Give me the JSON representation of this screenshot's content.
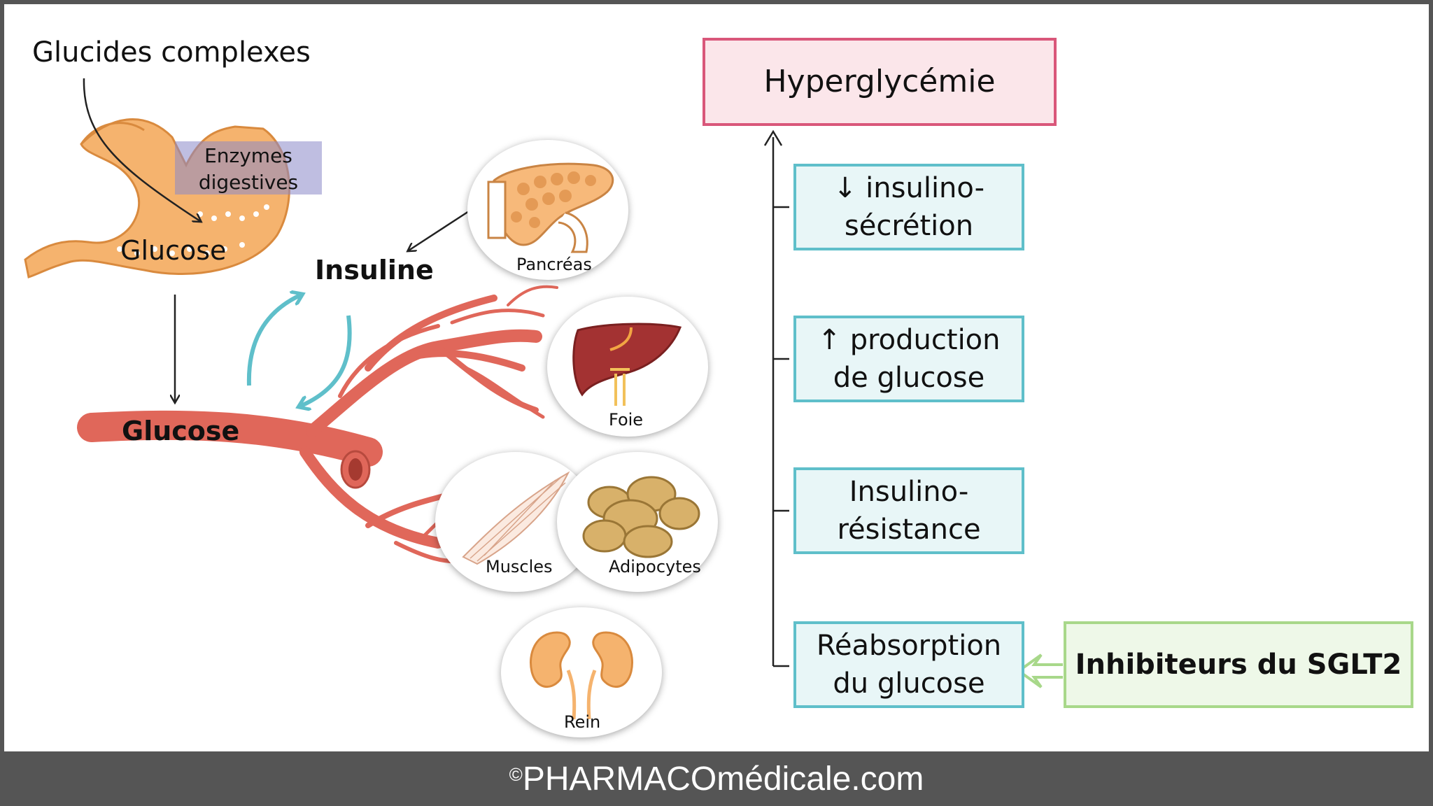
{
  "left": {
    "carbs_label": "Glucides complexes",
    "enzymes_label_line1": "Enzymes",
    "enzymes_label_line2": "digestives",
    "stomach_glucose": "Glucose",
    "blood_glucose": "Glucose",
    "insulin": "Insuline",
    "organs": {
      "pancreas": "Pancréas",
      "liver": "Foie",
      "muscles": "Muscles",
      "adipocytes": "Adipocytes",
      "kidney": "Rein"
    }
  },
  "right": {
    "hyperglycemia": "Hyperglycémie",
    "factors": [
      {
        "line1": "↓ insulino-",
        "line2": "sécrétion"
      },
      {
        "line1": "↑ production",
        "line2": "de glucose"
      },
      {
        "line1": "Insulino-",
        "line2": "résistance"
      },
      {
        "line1": "Réabsorption",
        "line2": "du glucose"
      }
    ],
    "sglt2": "Inhibiteurs du SGLT2"
  },
  "footer": {
    "copyright_symbol": "©",
    "site": "PHARMACOmédicale.com"
  },
  "colors": {
    "cyan_border": "#5fbfca",
    "pink_border": "#d9577a",
    "green_border": "#a8d88a",
    "artery": "#e0675a",
    "stomach": "#f5b36e",
    "insulin_arrow": "#5fbfca"
  }
}
